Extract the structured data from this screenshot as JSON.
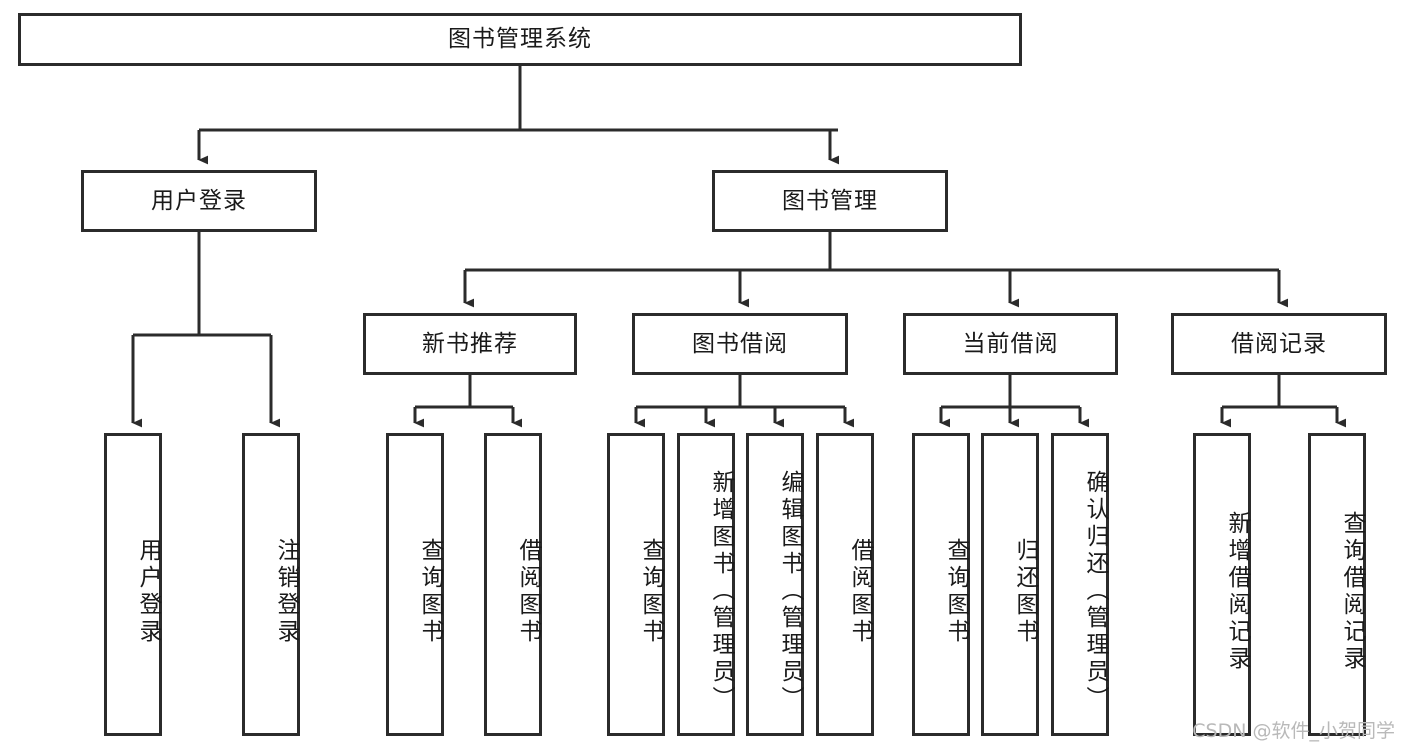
{
  "diagram": {
    "title": "图书管理系统",
    "type": "tree-hierarchy-chart",
    "watermark": "CSDN @软件_小贺同学",
    "colors": {
      "stroke": "#2b2b2b",
      "fill": "#ffffff",
      "text": "#1a1a1a",
      "watermark": "#b9b9b9"
    },
    "nodes": {
      "root": {
        "label": "图书管理系统"
      },
      "level2": [
        {
          "id": "user-login",
          "label": "用户登录"
        },
        {
          "id": "book-manage",
          "label": "图书管理"
        }
      ],
      "level3": [
        {
          "id": "new-book-rec",
          "label": "新书推荐"
        },
        {
          "id": "book-borrow",
          "label": "图书借阅"
        },
        {
          "id": "current-borrow",
          "label": "当前借阅"
        },
        {
          "id": "borrow-record",
          "label": "借阅记录"
        }
      ],
      "leaves": {
        "user-login": [
          {
            "id": "leaf-user-login",
            "label": "用户登录"
          },
          {
            "id": "leaf-logout",
            "label": "注销登录"
          }
        ],
        "new-book-rec": [
          {
            "id": "leaf-query-book-1",
            "label": "查询图书"
          },
          {
            "id": "leaf-borrow-book-1",
            "label": "借阅图书"
          }
        ],
        "book-borrow": [
          {
            "id": "leaf-query-book-2",
            "label": "查询图书"
          },
          {
            "id": "leaf-add-book",
            "label": "新增图书（管理员）"
          },
          {
            "id": "leaf-edit-book",
            "label": "编辑图书（管理员）"
          },
          {
            "id": "leaf-borrow-book-2",
            "label": "借阅图书"
          }
        ],
        "current-borrow": [
          {
            "id": "leaf-query-book-3",
            "label": "查询图书"
          },
          {
            "id": "leaf-return-book",
            "label": "归还图书"
          },
          {
            "id": "leaf-confirm-return",
            "label": "确认归还（管理员）"
          }
        ],
        "borrow-record": [
          {
            "id": "leaf-add-record",
            "label": "新增借阅记录"
          },
          {
            "id": "leaf-query-record",
            "label": "查询借阅记录"
          }
        ]
      }
    }
  }
}
